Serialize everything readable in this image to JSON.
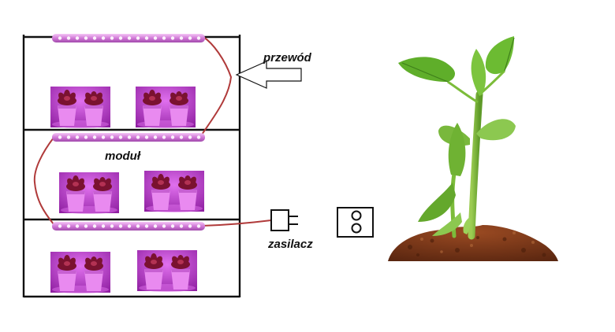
{
  "labels": {
    "cable": "przewód",
    "module": "moduł",
    "power_supply": "zasilacz"
  },
  "colors": {
    "shelf_frame": "#111111",
    "cable": "#b03a3a",
    "led_strip": "#d27ad8",
    "led_glow": "#f0b8f4",
    "plant_photo_bg": "#b02cc0",
    "pot": "#e07ee8",
    "seedling_leaf": "#5fae2a",
    "soil": "#7a3a1e"
  },
  "icons": {
    "plug": "plug-icon",
    "socket": "wall-socket-icon",
    "arrow": "outline-arrow-left"
  }
}
